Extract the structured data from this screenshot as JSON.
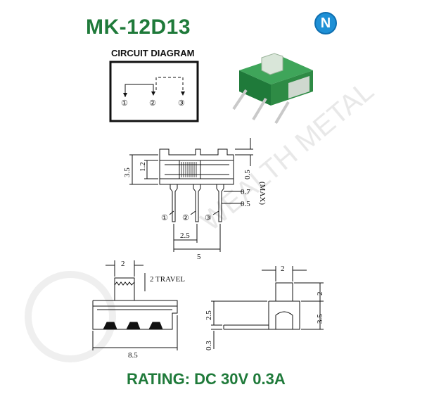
{
  "title": "MK-12D13",
  "brand_logo": "N",
  "circuit_diagram": {
    "label": "CIRCUIT DIAGRAM",
    "pins": [
      "①",
      "②",
      "③"
    ]
  },
  "top_view": {
    "dims": {
      "height_total": "3.5",
      "height_inner": "1.2",
      "actuator": "0.5",
      "actuator_note": "(MAX)",
      "pin_width": "0.7",
      "pin_thick": "0.5",
      "pitch": "2.5",
      "span": "5"
    },
    "pins": [
      "①",
      "②",
      "③"
    ]
  },
  "front_view": {
    "dims": {
      "knob": "2",
      "travel": "2 TRAVEL",
      "body_width": "8.5"
    }
  },
  "side_view": {
    "dims": {
      "knob_width": "2",
      "knob_height": "2",
      "body_height": "2.5",
      "total_height": "3.5",
      "plate": "0.3"
    }
  },
  "watermark": "WEALTH METAL",
  "rating": "RATING: DC 30V 0.3A",
  "colors": {
    "title_green": "#1f7a3a",
    "product_green": "#2e8b45",
    "brand_blue": "#1e90d6"
  }
}
